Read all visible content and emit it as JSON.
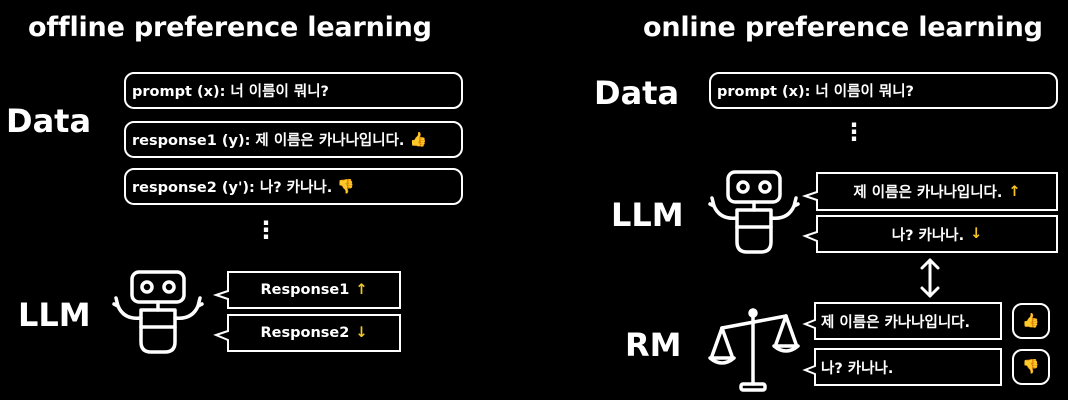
{
  "offline": {
    "title": "offline preference learning",
    "data_label": "Data",
    "llm_label": "LLM",
    "prompt": "prompt (x): 너 이름이 뭐니?",
    "response1": "response1 (y): 제 이름은 카나나입니다.",
    "response2": "response2 (y'): 나? 카나나.",
    "dots": "⋮",
    "out1": "Response1",
    "out2": "Response2",
    "thumbs_up": "👍",
    "thumbs_down": "👎",
    "arrow_up": "↑",
    "arrow_down": "↓"
  },
  "online": {
    "title": "online preference learning",
    "data_label": "Data",
    "llm_label": "LLM",
    "rm_label": "RM",
    "prompt": "prompt (x): 너 이름이 뭐니?",
    "dots": "⋮",
    "gen1": "제 이름은 카나나입니다.",
    "gen2": "나? 카나나.",
    "rm1": "제 이름은 카나나입니다.",
    "rm2": "나? 카나나.",
    "thumbs_up": "👍",
    "thumbs_down": "👎",
    "arrow_up": "↑",
    "arrow_down": "↓"
  },
  "colors": {
    "background": "#000000",
    "foreground": "#ffffff",
    "accent": "#f3c623"
  },
  "icons": [
    "robot-icon",
    "scale-icon",
    "double-arrow-icon",
    "thumbs-up-icon",
    "thumbs-down-icon"
  ]
}
